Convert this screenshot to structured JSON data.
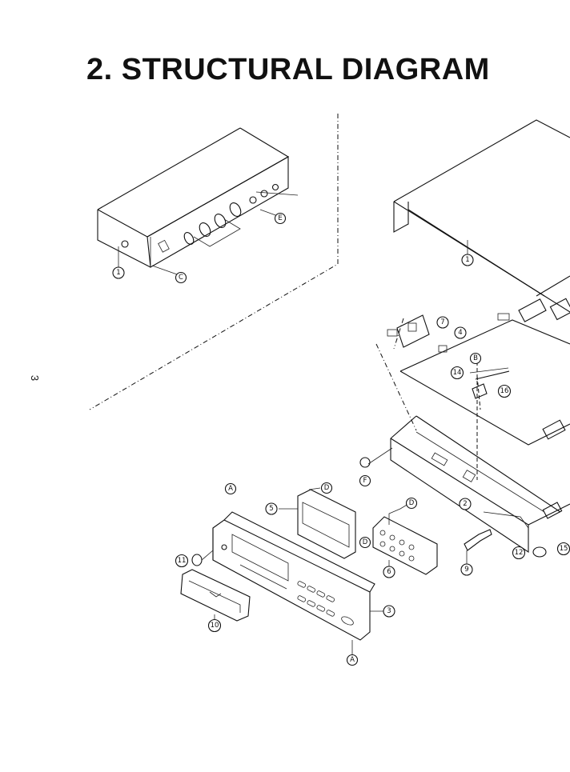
{
  "page": {
    "title": "2. STRUCTURAL DIAGRAM",
    "page_number": "3"
  },
  "callouts": {
    "c1a": "1",
    "c1b": "1",
    "cC": "C",
    "cE": "E",
    "c7": "7",
    "c4": "4",
    "cB": "B",
    "c14": "14",
    "c16": "16",
    "cF": "F",
    "c2": "2",
    "cA1": "A",
    "cD1": "D",
    "cD2": "D",
    "cD3": "D",
    "c5": "5",
    "c11": "11",
    "c6": "6",
    "c9": "9",
    "c12": "12",
    "c15": "15",
    "c3": "3",
    "c10": "10",
    "cA2": "A"
  }
}
